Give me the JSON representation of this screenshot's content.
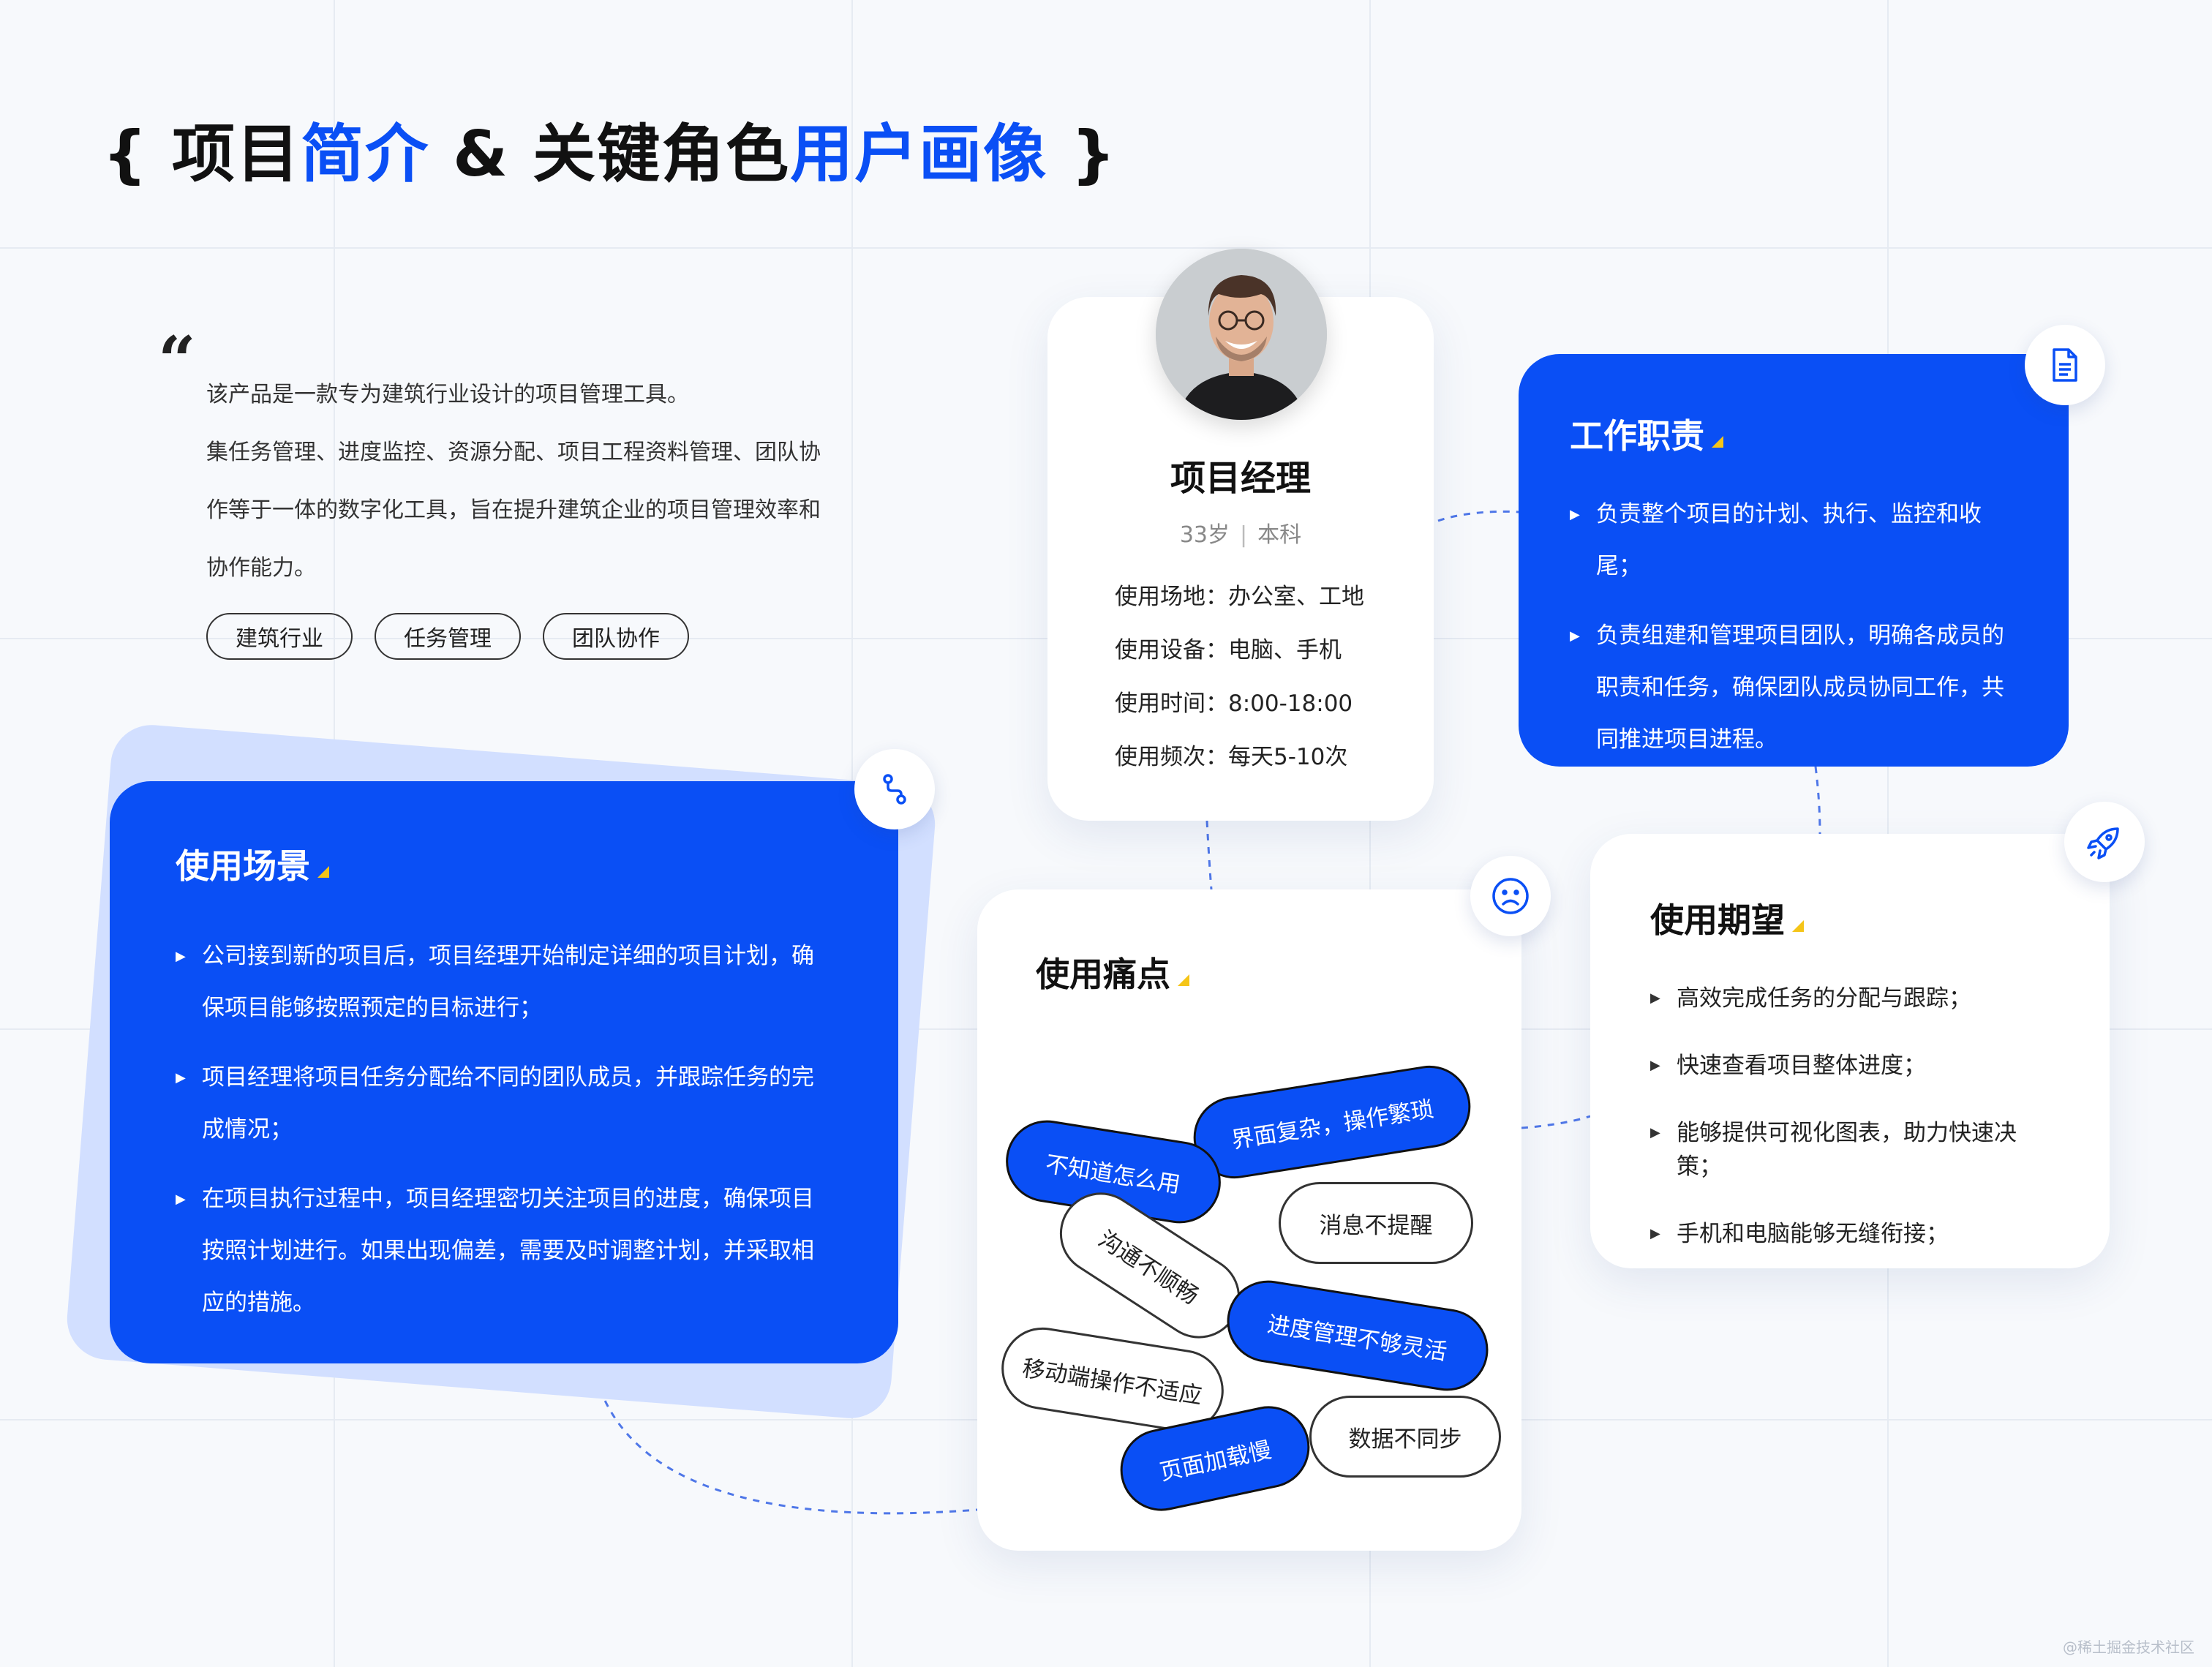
{
  "title": {
    "open": "{",
    "p1": " 项目",
    "p2": "简介",
    "p3": " & 关键角色",
    "p4": "用户画像",
    "close": " }"
  },
  "intro": {
    "quote": "“",
    "lines": [
      "该产品是一款专为建筑行业设计的项目管理工具。",
      "集任务管理、进度监控、资源分配、项目工程资料管理、团队协",
      "作等于一体的数字化工具，旨在提升建筑企业的项目管理效率和",
      "协作能力。"
    ],
    "tags": [
      "建筑行业",
      "任务管理",
      "团队协作"
    ]
  },
  "profile": {
    "name": "项目经理",
    "age": "33岁",
    "sep": "|",
    "edu": "本科",
    "info": [
      "使用场地：办公室、工地",
      "使用设备：电脑、手机",
      "使用时间：8:00-18:00",
      "使用频次：每天5-10次"
    ]
  },
  "duty": {
    "title": "工作职责",
    "items": [
      "负责整个项目的计划、执行、监控和收尾；",
      "负责组建和管理项目团队，明确各成员的职责和任务，确保团队成员协同工作，共同推进项目进程。"
    ]
  },
  "scene": {
    "title": "使用场景",
    "items": [
      "公司接到新的项目后，项目经理开始制定详细的项目计划，确保项目能够按照预定的目标进行；",
      "项目经理将项目任务分配给不同的团队成员，并跟踪任务的完成情况；",
      "在项目执行过程中，项目经理密切关注项目的进度，确保项目按照计划进行。如果出现偏差，需要及时调整计划，并采取相应的措施。"
    ]
  },
  "pain": {
    "title": "使用痛点",
    "pills": [
      "界面复杂，操作繁琐",
      "不知道怎么用",
      "消息不提醒",
      "沟通不顺畅",
      "进度管理不够灵活",
      "移动端操作不适应",
      "数据不同步",
      "页面加载慢"
    ]
  },
  "expect": {
    "title": "使用期望",
    "items": [
      "高效完成任务的分配与跟踪；",
      "快速查看项目整体进度；",
      "能够提供可视化图表，助力快速决策；",
      "手机和电脑能够无缝衔接；"
    ]
  },
  "icons": {
    "duty": "document-icon",
    "scene": "flow-icon",
    "pain": "sad-face-icon",
    "expect": "rocket-icon"
  },
  "colors": {
    "accent": "#0a4ff5",
    "highlight": "#f5c518"
  },
  "watermark": "@稀土掘金技术社区"
}
